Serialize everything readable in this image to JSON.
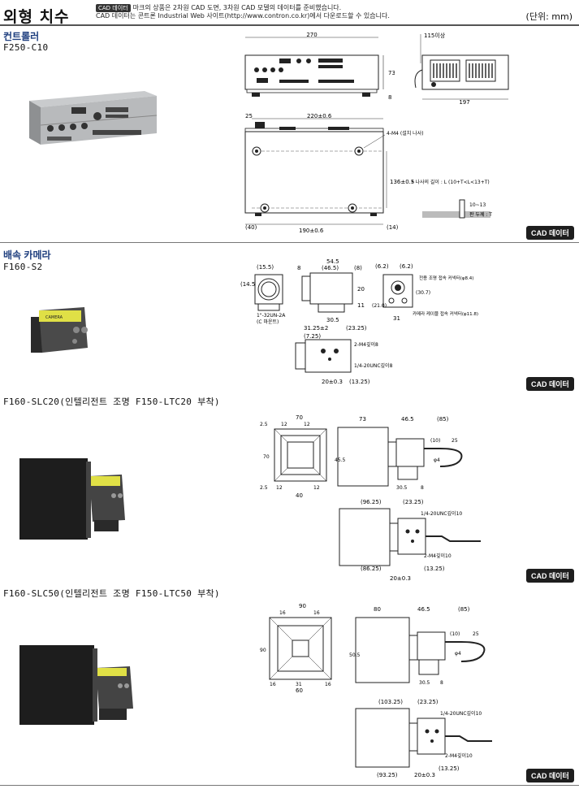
{
  "header": {
    "title": "외형 치수",
    "cad_badge": "CAD 데이터",
    "notice_line1": "마크의 상품은 2차원 CAD 도면, 3차원 CAD 모델의 데이터를 준비했습니다.",
    "notice_line2": "CAD 데이터는 콘트론 Industrial Web 사이트(http://www.contron.co.kr)에서 다운로드할 수 있습니다.",
    "unit": "(단위: mm)"
  },
  "sections": [
    {
      "title": "컨트롤러",
      "model": "F250-C10",
      "cad_button": "CAD 데이터"
    },
    {
      "title": "배속 카메라",
      "model": "F160-S2",
      "cad_button": "CAD 데이터"
    },
    {
      "title": "",
      "model": "F160-SLC20(인텔리전트 조명 F150-LTC20 부착)",
      "cad_button": "CAD 데이터"
    },
    {
      "title": "",
      "model": "F160-SLC50(인텔리전트 조명 F150-LTC50 부착)",
      "cad_button": "CAD 데이터"
    }
  ],
  "dims": {
    "c10_front": {
      "w": "270",
      "h": "73",
      "foot": "8"
    },
    "c10_side": {
      "top": "115이상",
      "w": "197"
    },
    "c10_top": {
      "a": "25",
      "b": "220±0.6",
      "c": "136±0.5",
      "d": "(40)",
      "e": "190±0.6",
      "f": "(14)",
      "screw": "4-M4 (설치 나사)",
      "note1": "• 나사의 길이 : L (10+T<L<13+T)",
      "note2": "10~13",
      "note3": "판 두께 : T"
    },
    "s2_front": {
      "a": "(15.5)",
      "b": "(14.5)",
      "c": "1\"-32UN-2A",
      "d": "(C 마운트)"
    },
    "s2_side": {
      "a": "54.5",
      "b": "(46.5)",
      "c": "(8)",
      "d": "8",
      "e": "20",
      "f": "11",
      "g": "30.5",
      "h": "(6.2)",
      "i": "(6.2)",
      "j": "(30.7)",
      "k": "(21.0)",
      "l": "31",
      "m": "전용 조명 접속 커넥터(φ8.4)",
      "n": "카메라 케이블 접속 커넥터(φ11.8)"
    },
    "s2_bottom": {
      "a": "31.25±2",
      "b": "(23.25)",
      "c": "(7.25)",
      "d": "2-M4깊이8",
      "e": "1/4-20UNC깊이8",
      "f": "20±0.3",
      "g": "(13.25)"
    },
    "slc20_front": {
      "a": "70",
      "b": "12",
      "c": "12",
      "d": "2.5",
      "e": "70",
      "f": "12",
      "g": "12",
      "h": "40",
      "i": "2.5"
    },
    "slc20_side": {
      "a": "73",
      "b": "46.5",
      "c": "(85)",
      "d": "(10)",
      "e": "25",
      "f": "45.5",
      "g": "30.5",
      "h": "8",
      "i": "φ4"
    },
    "slc20_bottom": {
      "a": "(96.25)",
      "b": "(23.25)",
      "c": "1/4-20UNC깊이10",
      "d": "2-M4깊이10",
      "e": "(86.25)",
      "f": "20±0.3",
      "g": "(13.25)"
    },
    "slc50_front": {
      "a": "90",
      "b": "16",
      "c": "16",
      "d": "90",
      "e": "16",
      "f": "16",
      "g": "31",
      "h": "60"
    },
    "slc50_side": {
      "a": "80",
      "b": "46.5",
      "c": "(85)",
      "d": "(10)",
      "e": "25",
      "f": "50.5",
      "g": "30.5",
      "h": "8",
      "i": "φ4"
    },
    "slc50_bottom": {
      "a": "(103.25)",
      "b": "(23.25)",
      "c": "1/4-20UNC깊이10",
      "d": "2-M4깊이10",
      "e": "(93.25)",
      "f": "20±0.3",
      "g": "(13.25)"
    }
  }
}
